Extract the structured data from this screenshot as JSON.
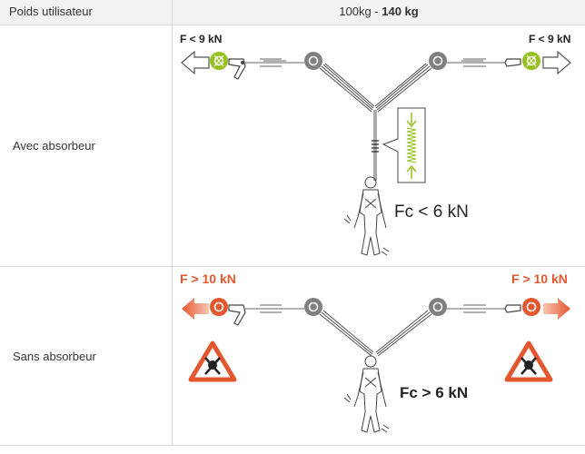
{
  "header": {
    "left": "Poids utilisateur",
    "right_regular": "100kg - ",
    "right_bold": "140 kg"
  },
  "rows": [
    {
      "label": "Avec absorbeur",
      "force_left": "F < 9 kN",
      "force_right": "F < 9 kN",
      "fc": "Fc < 6 kN"
    },
    {
      "label": "Sans absorbeur",
      "force_left": "F > 10 kN",
      "force_right": "F > 10 kN",
      "fc": "Fc > 6 kN"
    }
  ],
  "colors": {
    "green": "#95c11f",
    "orange": "#e4572e",
    "gray": "#808080",
    "line": "#555555",
    "border": "#d9d9d9"
  }
}
